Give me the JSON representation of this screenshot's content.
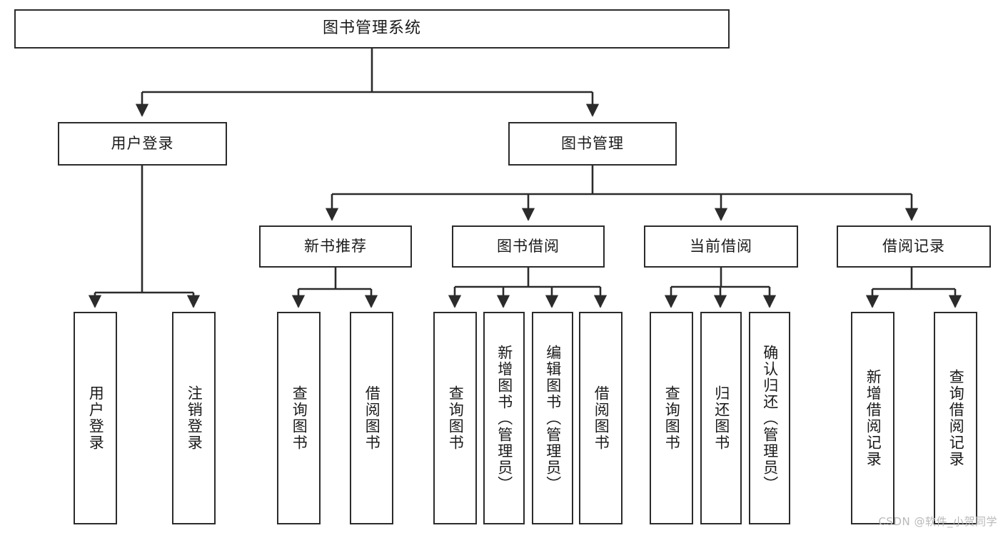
{
  "diagram": {
    "title": "图书管理系统",
    "type": "功能结构图",
    "watermark": "CSDN @软件_小贺同学",
    "colors": {
      "box_border": "#2b2b2b",
      "box_fill": "#ffffff",
      "edge": "#2b2b2b",
      "text": "#1a1a1a",
      "watermark": "#b9b9b9",
      "background": "#ffffff"
    },
    "root": {
      "label": "图书管理系统"
    },
    "level2": [
      {
        "id": "user-login",
        "label": "用户登录"
      },
      {
        "id": "book-manage",
        "label": "图书管理"
      }
    ],
    "level3": [
      {
        "id": "new-book-rec",
        "label": "新书推荐",
        "parent": "book-manage"
      },
      {
        "id": "book-borrow",
        "label": "图书借阅",
        "parent": "book-manage"
      },
      {
        "id": "current-borrow",
        "label": "当前借阅",
        "parent": "book-manage"
      },
      {
        "id": "borrow-record",
        "label": "借阅记录",
        "parent": "book-manage"
      }
    ],
    "leaves": [
      {
        "id": "leaf-user-login",
        "label": "用户登录",
        "parent": "user-login"
      },
      {
        "id": "leaf-logout",
        "label": "注销登录",
        "parent": "user-login"
      },
      {
        "id": "leaf-query-book-1",
        "label": "查询图书",
        "parent": "new-book-rec"
      },
      {
        "id": "leaf-borrow-book-1",
        "label": "借阅图书",
        "parent": "new-book-rec"
      },
      {
        "id": "leaf-query-book-2",
        "label": "查询图书",
        "parent": "book-borrow"
      },
      {
        "id": "leaf-add-book",
        "label": "新增图书（管理员）",
        "parent": "book-borrow"
      },
      {
        "id": "leaf-edit-book",
        "label": "编辑图书（管理员）",
        "parent": "book-borrow"
      },
      {
        "id": "leaf-borrow-book-2",
        "label": "借阅图书",
        "parent": "book-borrow"
      },
      {
        "id": "leaf-query-book-3",
        "label": "查询图书",
        "parent": "current-borrow"
      },
      {
        "id": "leaf-return-book",
        "label": "归还图书",
        "parent": "current-borrow"
      },
      {
        "id": "leaf-confirm-return",
        "label": "确认归还（管理员）",
        "parent": "current-borrow"
      },
      {
        "id": "leaf-add-record",
        "label": "新增借阅记录",
        "parent": "borrow-record"
      },
      {
        "id": "leaf-query-record",
        "label": "查询借阅记录",
        "parent": "borrow-record"
      }
    ]
  }
}
